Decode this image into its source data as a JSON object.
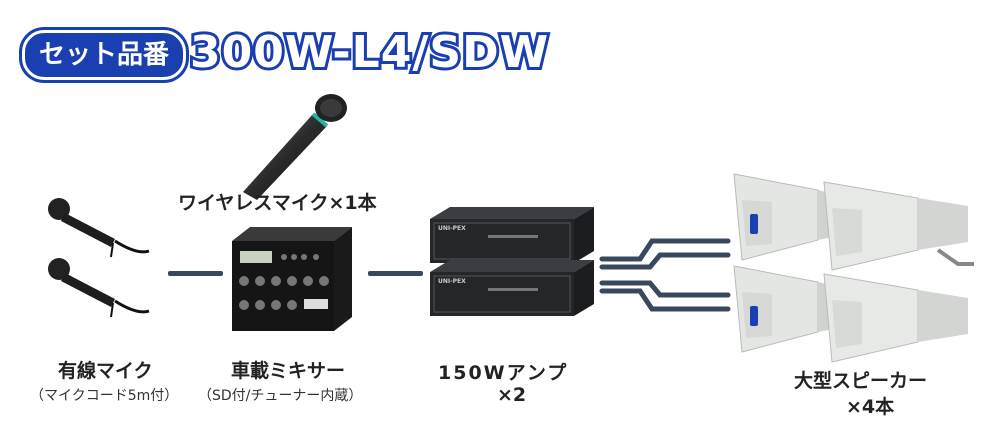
{
  "title": {
    "badge": "セット品番",
    "code": "300W-L4/SDW"
  },
  "wireless_mic": {
    "label": "ワイヤレスマイク×1本"
  },
  "wired_mic": {
    "label": "有線マイク",
    "sub": "（マイクコード5m付）"
  },
  "mixer": {
    "label": "車載ミキサー",
    "sub": "（SD付/チューナー内蔵）"
  },
  "amp": {
    "label": "150Wアンプ",
    "qty": "×2",
    "brand": "UNI-PEX"
  },
  "speaker": {
    "label": "大型スピーカー",
    "qty": "×4本"
  },
  "colors": {
    "accent": "#1a3fb0",
    "cable": "#39485c"
  }
}
